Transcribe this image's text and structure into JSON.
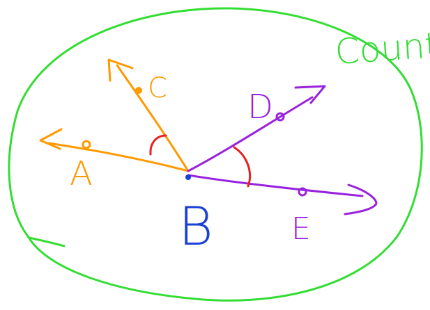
{
  "labels": {
    "region": "Count",
    "A": "A",
    "B": "B",
    "C": "C",
    "D": "D",
    "E": "E"
  },
  "colors": {
    "boundary": "#33dd33",
    "orange_rays": "#ff9900",
    "purple_rays": "#9922dd",
    "vertex": "#1a3fd6",
    "angle_marks": "#e82020",
    "background": "#ffffff"
  }
}
